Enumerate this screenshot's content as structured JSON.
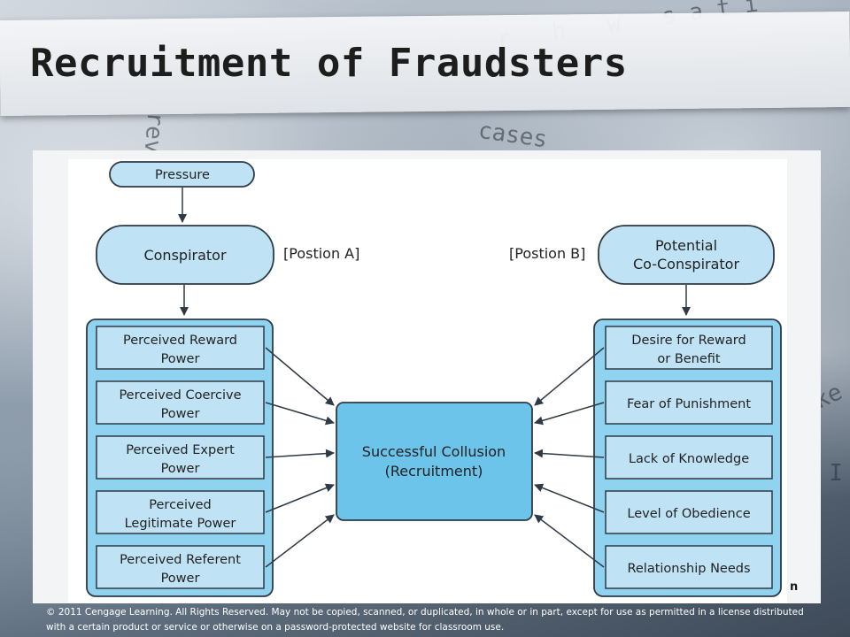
{
  "slide": {
    "title": "Recruitment of Fraudsters",
    "footer": "© 2011 Cengage Learning. All Rights Reserved. May not be copied, scanned, or duplicated, in whole or in part, except for use as permitted in a license distributed with a certain product or service or otherwise on a password-protected website for classroom use.",
    "edge_text": "n"
  },
  "diagram": {
    "colors": {
      "fill": "#bfe3f5",
      "center_fill": "#6cc4ea",
      "panel_fill": "#8fd3f1",
      "stroke": "#2f3a44"
    },
    "pressure": {
      "label": "Pressure"
    },
    "conspirator": {
      "label": "Conspirator"
    },
    "co_conspirator": {
      "line1": "Potential",
      "line2": "Co-Conspirator"
    },
    "position_a": "[Postion A]",
    "position_b": "[Postion B]",
    "center": {
      "line1": "Successful Collusion",
      "line2": "(Recruitment)"
    },
    "left_items": [
      {
        "line1": "Perceived Reward",
        "line2": "Power"
      },
      {
        "line1": "Perceived Coercive",
        "line2": "Power"
      },
      {
        "line1": "Perceived Expert",
        "line2": "Power"
      },
      {
        "line1": "Perceived",
        "line2": "Legitimate Power"
      },
      {
        "line1": "Perceived Referent",
        "line2": "Power"
      }
    ],
    "right_items": [
      {
        "line1": "Desire for Reward",
        "line2": "or Benefit"
      },
      {
        "line1": "Fear of Punishment",
        "line2": ""
      },
      {
        "line1": "Lack of Knowledge",
        "line2": ""
      },
      {
        "line1": "Level of Obedience",
        "line2": ""
      },
      {
        "line1": "Relationship Needs",
        "line2": ""
      }
    ]
  }
}
